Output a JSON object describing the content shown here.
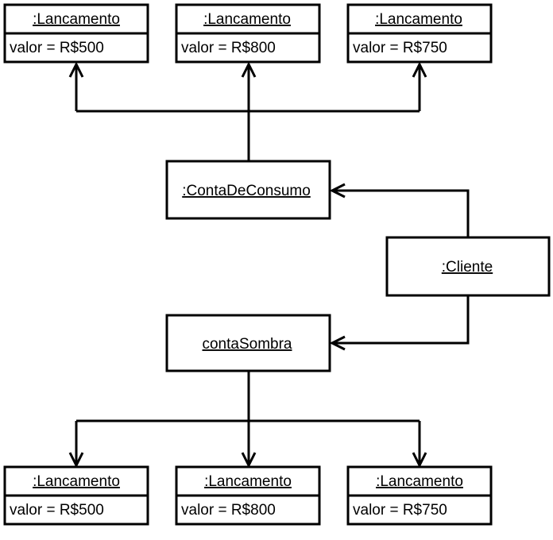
{
  "top_lancamentos": [
    {
      "name": ":Lancamento",
      "attr": "valor = R$500"
    },
    {
      "name": ":Lancamento",
      "attr": "valor = R$800"
    },
    {
      "name": ":Lancamento",
      "attr": "valor = R$750"
    }
  ],
  "conta_de_consumo": {
    "name": ":ContaDeConsumo"
  },
  "cliente": {
    "name": ":Cliente"
  },
  "conta_sombra": {
    "name": "contaSombra"
  },
  "bottom_lancamentos": [
    {
      "name": ":Lancamento",
      "attr": "valor = R$500"
    },
    {
      "name": ":Lancamento",
      "attr": "valor = R$800"
    },
    {
      "name": ":Lancamento",
      "attr": "valor = R$750"
    }
  ]
}
